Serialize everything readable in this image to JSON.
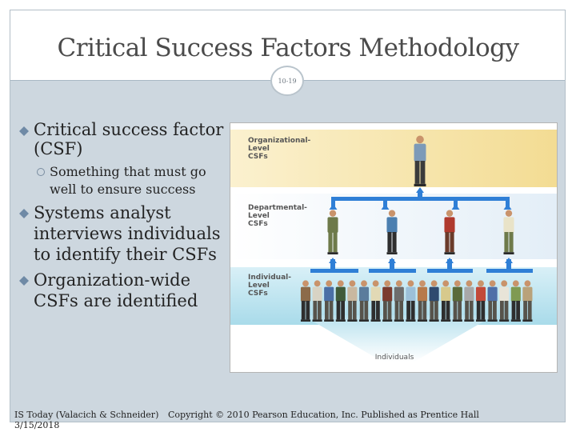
{
  "slide": {
    "title": "Critical Success Factors Methodology",
    "slide_number": "10-19"
  },
  "bullets": [
    {
      "text_lines": [
        "Critical success factor",
        "(CSF)"
      ]
    },
    {
      "text_lines": [
        "Something that must go",
        "well to ensure success"
      ]
    },
    {
      "text_lines": [
        "Systems analyst",
        "interviews individuals",
        "to identify their CSFs"
      ]
    },
    {
      "text_lines": [
        "Organization-wide",
        "CSFs are identified"
      ]
    }
  ],
  "figure": {
    "org_label": [
      "Organizational-",
      "Level",
      "CSFs"
    ],
    "dept_label": [
      "Departmental-",
      "Level",
      "CSFs"
    ],
    "ind_label": [
      "Individual-",
      "Level",
      "CSFs"
    ],
    "bottom_label": "Individuals"
  },
  "footer": {
    "source": "IS Today (Valacich & Schneider)",
    "date": "3/15/2018",
    "copyright": "Copyright © 2010 Pearson Education, Inc. Published as Prentice Hall"
  },
  "colors": {
    "background": "#cdd7df",
    "title": "#4b4b4b",
    "arrow": "#2f7fd6",
    "org_band": "#f6e3a6",
    "dept_band": "#e8f1f8",
    "ind_band": "#bfe3ef"
  }
}
